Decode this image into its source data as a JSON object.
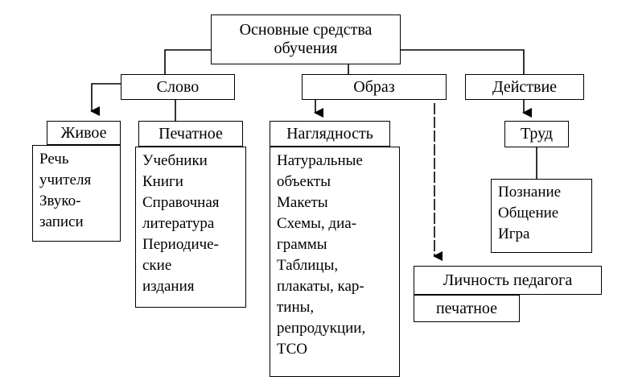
{
  "diagram": {
    "root": {
      "line1": "Основные средства",
      "line2": "обучения"
    },
    "categories": {
      "word": "Слово",
      "image": "Образ",
      "action": "Действие"
    },
    "word": {
      "live": {
        "title": "Живое",
        "items": [
          "Речь",
          "учителя",
          "Звуко-",
          "записи"
        ]
      },
      "printed": {
        "title": "Печатное",
        "items": [
          "Учебники",
          "Книги",
          "Справочная",
          "литература",
          "Периодиче-",
          "ские",
          "издания"
        ]
      }
    },
    "image": {
      "visual": {
        "title": "Наглядность",
        "items": [
          "Натуральные",
          "объекты",
          "Макеты",
          "Схемы, диа-",
          "граммы",
          "Таблицы,",
          "плакаты, кар-",
          "тины,",
          "репродукции,",
          "ТСО"
        ]
      },
      "teacher": {
        "title": "Личность педагога",
        "note": "печатное"
      }
    },
    "action": {
      "labor": {
        "title": "Труд"
      },
      "activities": {
        "items": [
          "Познание",
          "Общение",
          "Игра"
        ]
      }
    }
  }
}
